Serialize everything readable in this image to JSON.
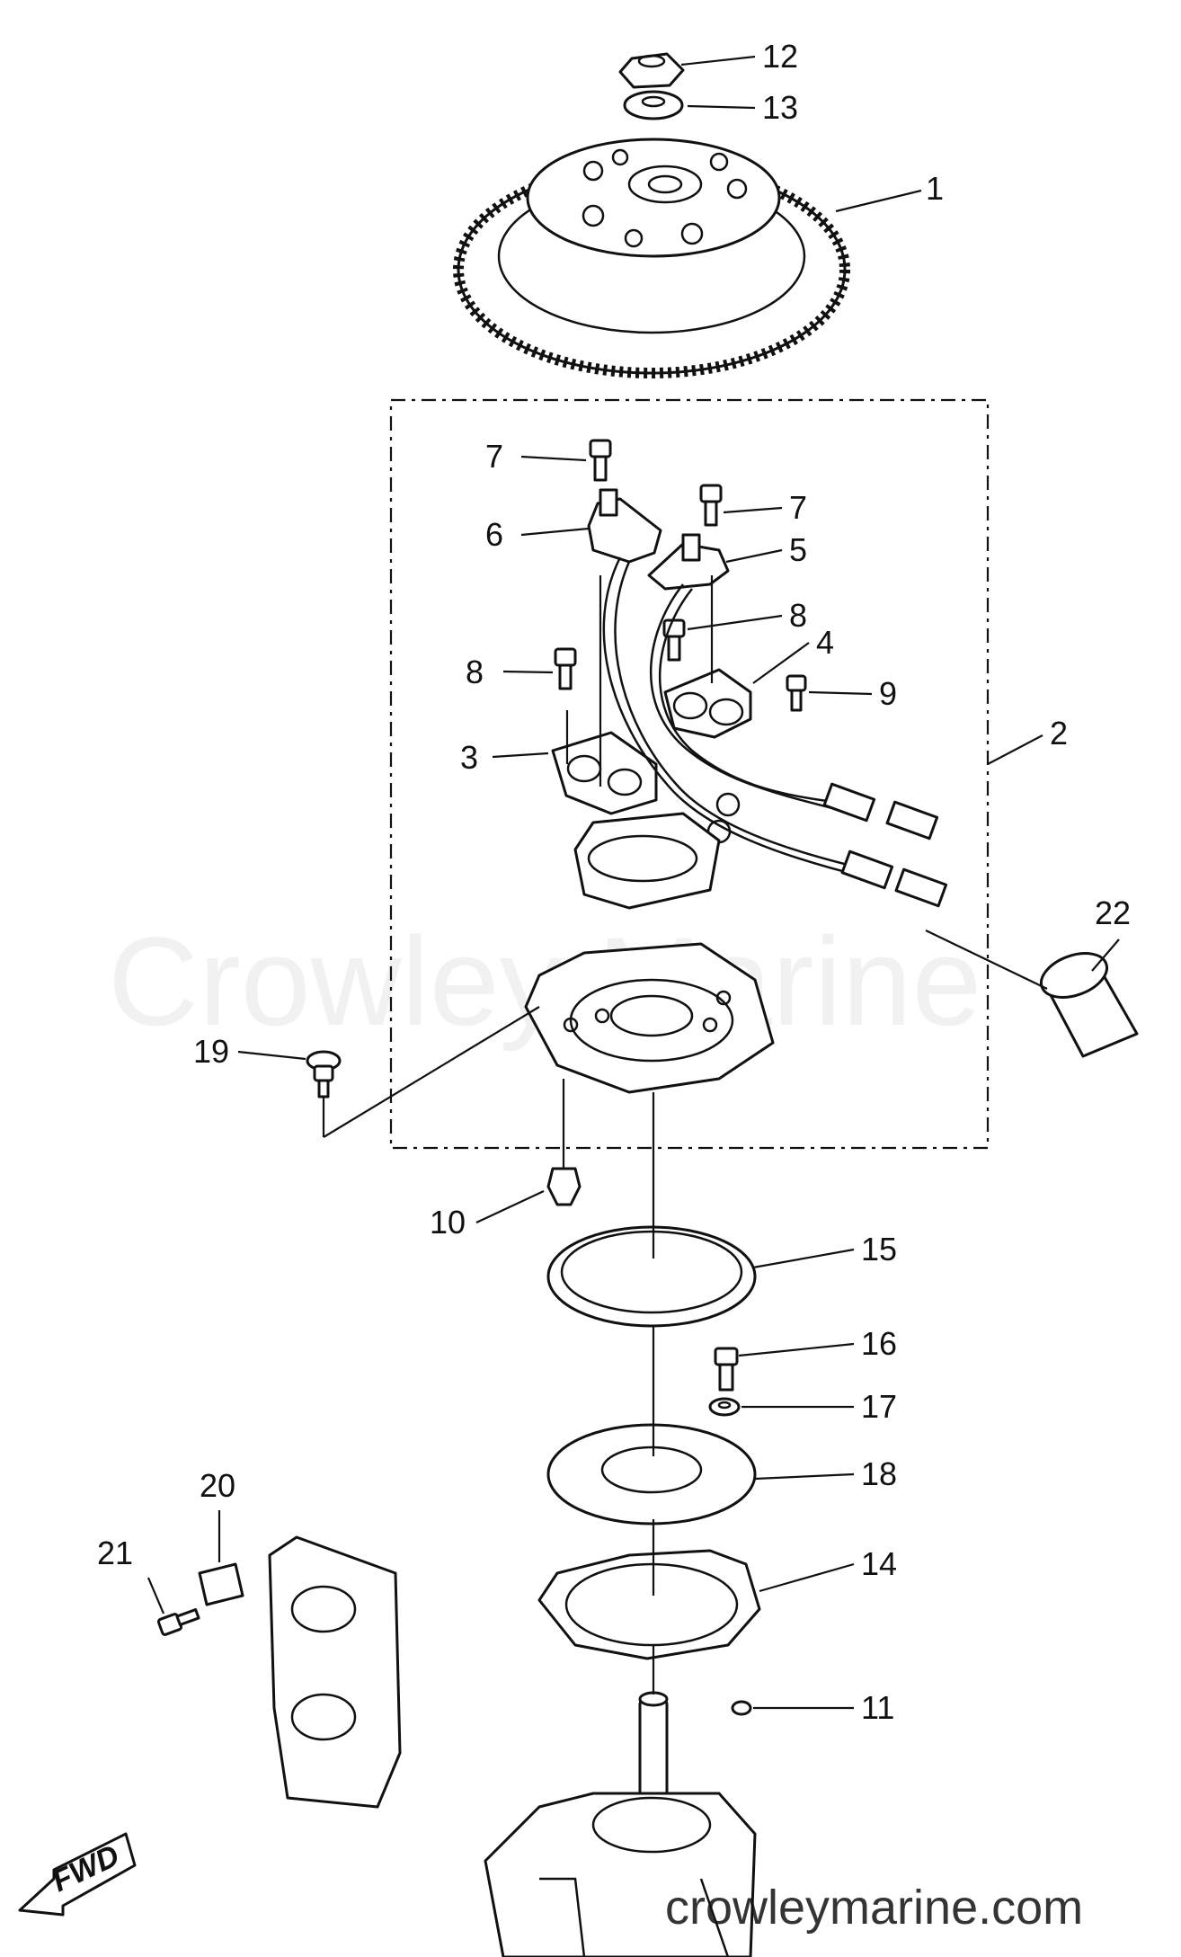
{
  "callouts": {
    "p1": "1",
    "p2": "2",
    "p3": "3",
    "p4": "4",
    "p5": "5",
    "p6": "6",
    "p7a": "7",
    "p7b": "7",
    "p8a": "8",
    "p8b": "8",
    "p9": "9",
    "p10": "10",
    "p11": "11",
    "p12": "12",
    "p13": "13",
    "p14": "14",
    "p15": "15",
    "p16": "16",
    "p17": "17",
    "p18": "18",
    "p19": "19",
    "p20": "20",
    "p21": "21",
    "p22": "22"
  },
  "arrow_label": "FWD",
  "watermark": "Crowley Marine",
  "site": "crowleymarine.com",
  "colors": {
    "ink": "#111111",
    "background": "#ffffff"
  }
}
